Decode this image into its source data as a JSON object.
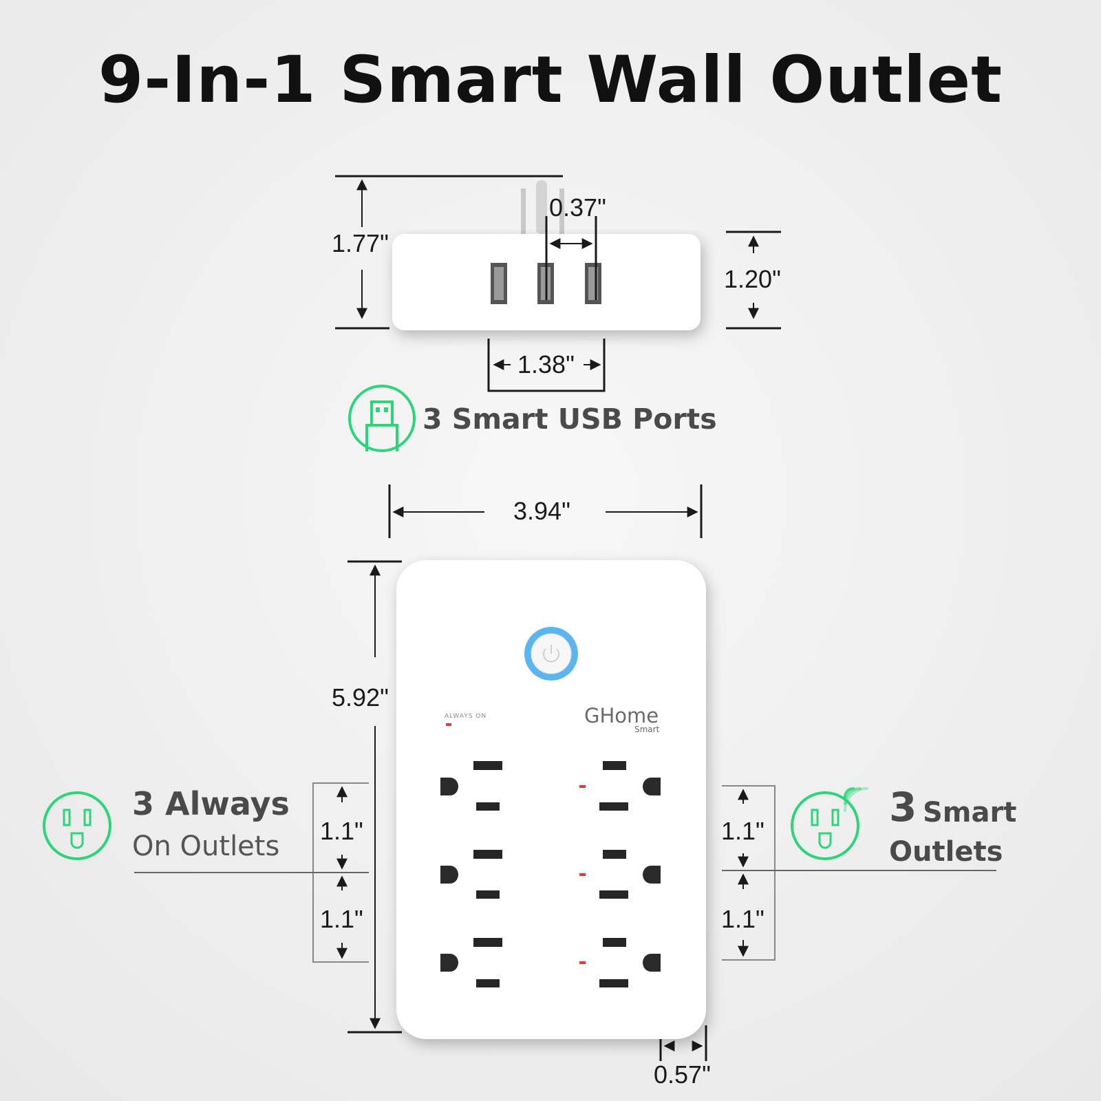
{
  "title": "9-In-1 Smart Wall Outlet",
  "top_view": {
    "total_depth": "1.77\"",
    "usb_spacing": "0.37\"",
    "body_depth": "1.20\"",
    "usb_group_width": "1.38\""
  },
  "usb_feature": {
    "label": "3 Smart USB Ports",
    "icon": "usb-icon",
    "accent": "#2ed47a"
  },
  "front_view": {
    "width": "3.94\"",
    "height": "5.92\"",
    "left_spacing_top": "1.1\"",
    "left_spacing_bottom": "1.1\"",
    "right_spacing_top": "1.1\"",
    "right_spacing_bottom": "1.1\"",
    "thickness": "0.57\"",
    "brand_name": "GHome",
    "brand_sub": "Smart",
    "always_on_label": "ALWAYS ON",
    "power_ring_color": "#5bb6f0",
    "indicator_color": "#e53935"
  },
  "always_on_feature": {
    "count": "3 Always",
    "label": "On Outlets",
    "icon": "outlet-icon"
  },
  "smart_feature": {
    "count": "3",
    "label_1": "Smart",
    "label_2": "Outlets",
    "icon": "smart-outlet-icon"
  }
}
